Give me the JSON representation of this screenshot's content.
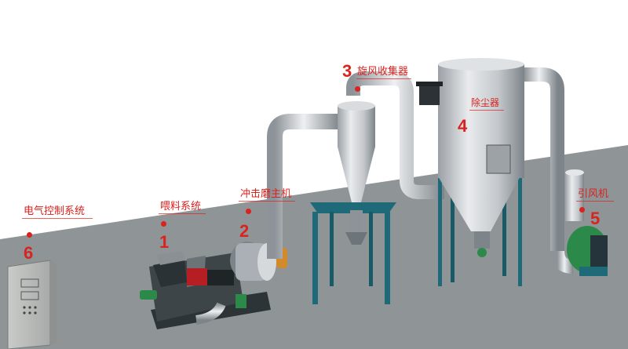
{
  "labels": {
    "cyclone": "旋风收集器",
    "dust_collector": "除尘器",
    "impact_mill": "冲击磨主机",
    "feeder": "喂料系统",
    "control": "电气控制系统",
    "fan": "引风机"
  },
  "numbers": {
    "feeder": "1",
    "mill": "2",
    "cyclone": "3",
    "dust_collector": "4",
    "fan": "5",
    "control": "6"
  },
  "colors": {
    "label_red": "#d9231f",
    "floor": "#8f9596",
    "steel": "#b9bec2",
    "frame_teal": "#1f6a78",
    "motor_green": "#2b8a4a"
  }
}
